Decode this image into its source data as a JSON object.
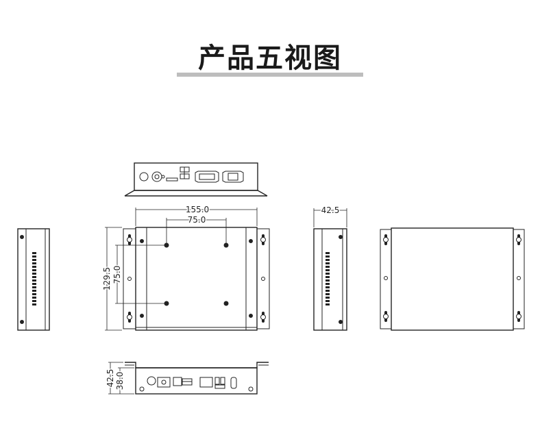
{
  "title": "产品五视图",
  "dimensions": {
    "width_total": "155.0",
    "hole_spacing_x": "75.0",
    "height_total": "129.5",
    "hole_spacing_y": "75.0",
    "depth": "42.5",
    "front_height": "42.5",
    "front_body_height": "38.0"
  }
}
